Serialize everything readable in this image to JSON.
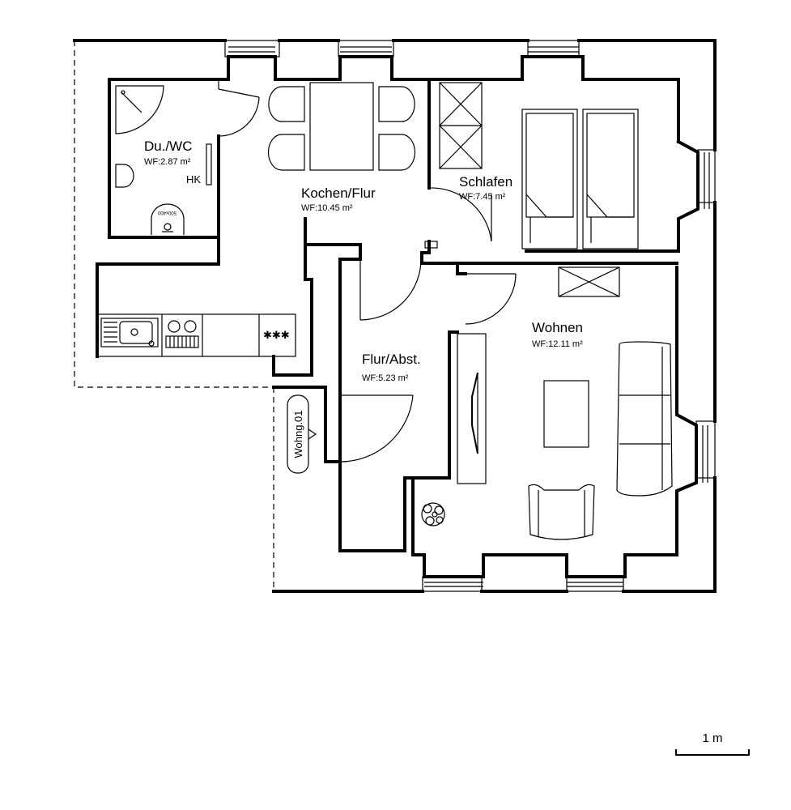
{
  "rooms": {
    "bath": {
      "name": "Du./WC",
      "area": "WF:2.87 m²",
      "extra": "HK"
    },
    "kitchen": {
      "name": "Kochen/Flur",
      "area": "WF:10.45 m²"
    },
    "sleep": {
      "name": "Schlafen",
      "area": "WF:7.45 m²"
    },
    "hall": {
      "name": "Flur/Abst.",
      "area": "WF:5.23 m²"
    },
    "living": {
      "name": "Wohnen",
      "area": "WF:12.11 m²"
    }
  },
  "entrance": {
    "label": "Wohng.01"
  },
  "washbasin": {
    "label": "500x400"
  },
  "stove": {
    "label": "✱✱✱"
  },
  "scale": {
    "label": "1 m"
  }
}
